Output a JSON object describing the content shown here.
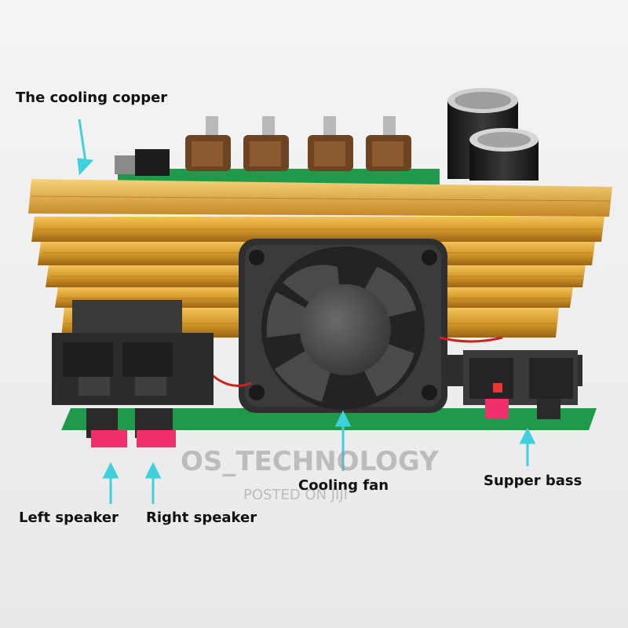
{
  "labels": {
    "cooling_copper": "The cooling copper",
    "cooling_fan": "Cooling fan",
    "supper_bass": "Supper bass",
    "left_speaker": "Left speaker",
    "right_speaker": "Right speaker"
  },
  "watermark": {
    "brand": "OS_TECHNOLOGY",
    "posted": "POSTED ON JIJI"
  },
  "colors": {
    "arrow": "#3ed0dc",
    "heatsink": "#d69a2c",
    "pcb": "#1e9a4a",
    "connector": "#2b2b2b",
    "tab": "#f0306a",
    "fan": "#3a3a3a"
  }
}
